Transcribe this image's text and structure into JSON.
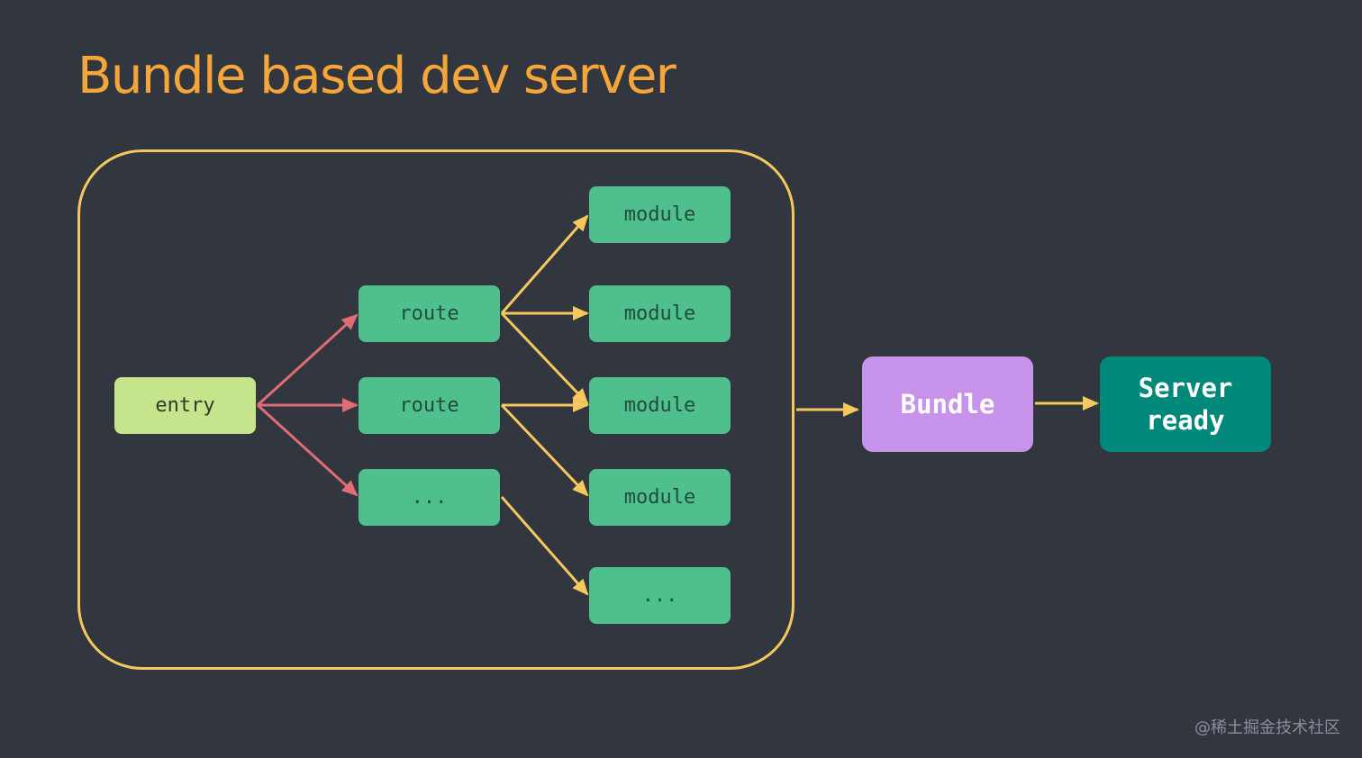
{
  "title": "Bundle based dev server",
  "colors": {
    "background": "#32363f",
    "title": "#f4a63b",
    "container_border": "#f5c85e",
    "entry_arrow": "#e06c75",
    "module_arrow": "#f5c85e",
    "module_node": "#4fc08d",
    "entry_node": "#c6e48b",
    "bundle_node": "#c792ea",
    "ready_node": "#00897b"
  },
  "nodes": {
    "entry": "entry",
    "routes": [
      "route",
      "route",
      "..."
    ],
    "modules": [
      "module",
      "module",
      "module",
      "module",
      "..."
    ],
    "bundle": "Bundle",
    "server_ready": "Server\nready"
  },
  "watermark": "@稀土掘金技术社区"
}
